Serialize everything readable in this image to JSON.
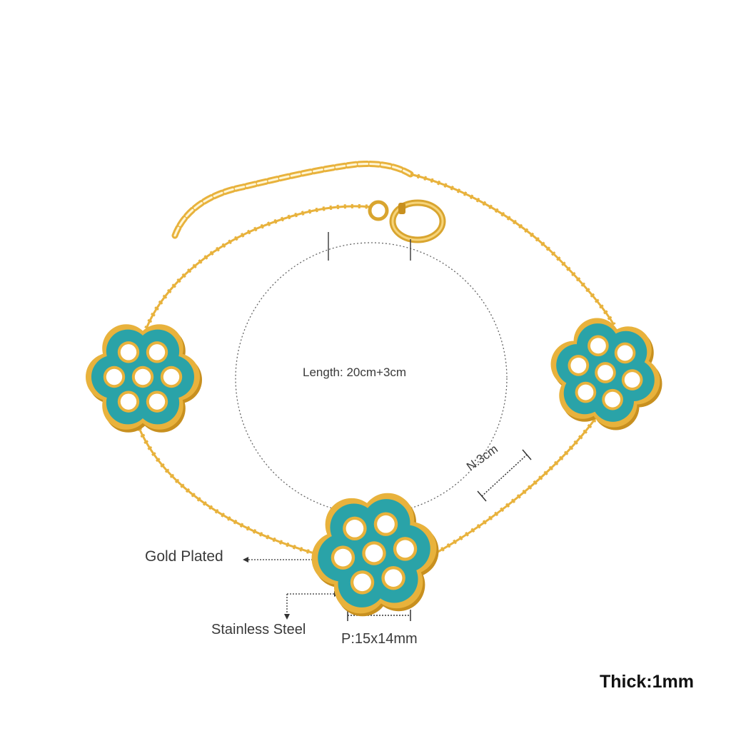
{
  "labels": {
    "length": "Length: 20cm+3cm",
    "gold_plated": "Gold Plated",
    "stainless_steel": "Stainless Steel",
    "pendant_size": "P:15x14mm",
    "spacing": "N:3cm",
    "thickness": "Thick:1mm"
  },
  "colors": {
    "gold": "#e8b23c",
    "gold_dark": "#c8901f",
    "enamel": "#2aa3a8",
    "annotation": "#555555"
  }
}
